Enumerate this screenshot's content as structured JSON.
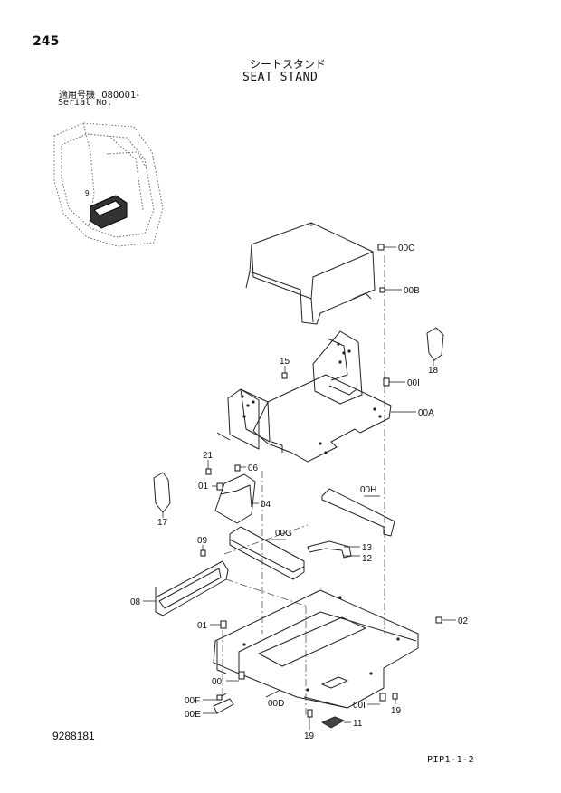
{
  "header": {
    "page_number": "245",
    "title_jp": "シートスタンド",
    "title_en": "SEAT STAND",
    "serial_label_jp": "適用号機",
    "serial_value": "080001-",
    "serial_label_en": "Serial No."
  },
  "footer": {
    "document_number": "9288181",
    "page_reference": "PIP1-1-2"
  },
  "callouts": {
    "00C": "00C",
    "00B": "00B",
    "18": "18",
    "15": "15",
    "00I": "00I",
    "00A": "00A",
    "21": "21",
    "06": "06",
    "01": "01",
    "04": "04",
    "17": "17",
    "00H": "00H",
    "09": "09",
    "00G": "00G",
    "13": "13",
    "12": "12",
    "08": "08",
    "02": "02",
    "00F": "00F",
    "00E": "00E",
    "00D": "00D",
    "11": "11",
    "19": "19"
  }
}
